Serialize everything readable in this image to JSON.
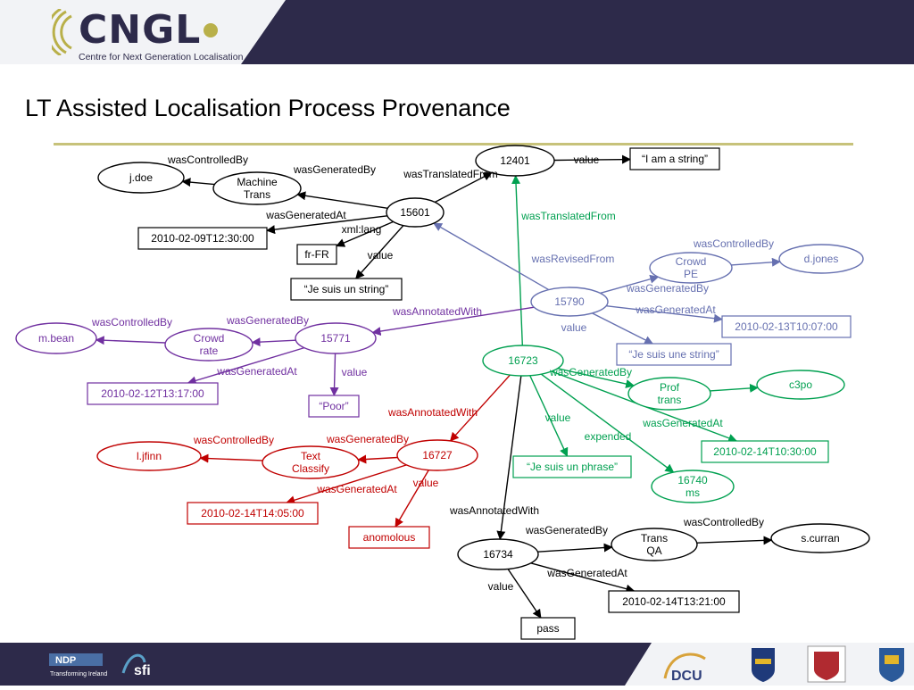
{
  "logo": {
    "wordmark": "CNGL",
    "subtitle": "Centre for Next Generation Localisation"
  },
  "title": "LT Assisted Localisation Process Provenance",
  "colors": {
    "header_dark": "#2d2a4a",
    "header_light": "#f2f3f6",
    "rule": "#c7c27a",
    "black": "#000000",
    "purple": "#7030a0",
    "red": "#c00000",
    "green": "#00a050",
    "blue_gray": "#6670b0"
  },
  "footer": {
    "logos": [
      "ndp-logo",
      "sfi-logo",
      "dcu-logo",
      "ucd-logo",
      "tcd-logo",
      "ul-logo"
    ],
    "ndp_text": "NDP",
    "ndp_tagline": "Transforming Ireland",
    "sfi_text": "sfi",
    "dcu_text": "DCU"
  },
  "diagram": {
    "nodes": [
      {
        "id": "n12401",
        "lines": [
          "12401"
        ],
        "shape": "ellipse",
        "color": "black"
      },
      {
        "id": "n15601",
        "lines": [
          "15601"
        ],
        "shape": "ellipse",
        "color": "black"
      },
      {
        "id": "njdoe",
        "lines": [
          "j.doe"
        ],
        "shape": "ellipse",
        "color": "black"
      },
      {
        "id": "nmt",
        "lines": [
          "Machine",
          "Trans"
        ],
        "shape": "ellipse",
        "color": "black"
      },
      {
        "id": "nstr1",
        "lines": [
          "“I am a string”"
        ],
        "shape": "box",
        "color": "black"
      },
      {
        "id": "ndate1",
        "lines": [
          "2010-02-09T12:30:00"
        ],
        "shape": "box",
        "color": "black"
      },
      {
        "id": "nfrfr",
        "lines": [
          "fr-FR"
        ],
        "shape": "box",
        "color": "black"
      },
      {
        "id": "nstr2",
        "lines": [
          "“Je suis un string”"
        ],
        "shape": "box",
        "color": "black"
      },
      {
        "id": "ncpe",
        "lines": [
          "Crowd",
          "PE"
        ],
        "shape": "ellipse",
        "color": "blue_gray"
      },
      {
        "id": "ndjones",
        "lines": [
          "d.jones"
        ],
        "shape": "ellipse",
        "color": "blue_gray"
      },
      {
        "id": "n15790",
        "lines": [
          "15790"
        ],
        "shape": "ellipse",
        "color": "blue_gray"
      },
      {
        "id": "ndate2",
        "lines": [
          "2010-02-13T10:07:00"
        ],
        "shape": "box",
        "color": "blue_gray"
      },
      {
        "id": "nstr3",
        "lines": [
          "“Je suis une string”"
        ],
        "shape": "box",
        "color": "blue_gray"
      },
      {
        "id": "nmbean",
        "lines": [
          "m.bean"
        ],
        "shape": "ellipse",
        "color": "purple"
      },
      {
        "id": "ncrate",
        "lines": [
          "Crowd",
          "rate"
        ],
        "shape": "ellipse",
        "color": "purple"
      },
      {
        "id": "n15771",
        "lines": [
          "15771"
        ],
        "shape": "ellipse",
        "color": "purple"
      },
      {
        "id": "ndate3",
        "lines": [
          "2010-02-12T13:17:00"
        ],
        "shape": "box",
        "color": "purple"
      },
      {
        "id": "npoor",
        "lines": [
          "“Poor”"
        ],
        "shape": "box",
        "color": "purple"
      },
      {
        "id": "n16723",
        "lines": [
          "16723"
        ],
        "shape": "ellipse",
        "color": "green"
      },
      {
        "id": "nproft",
        "lines": [
          "Prof",
          "trans"
        ],
        "shape": "ellipse",
        "color": "green"
      },
      {
        "id": "nc3po",
        "lines": [
          "c3po"
        ],
        "shape": "ellipse",
        "color": "green"
      },
      {
        "id": "ndate4",
        "lines": [
          "2010-02-14T10:30:00"
        ],
        "shape": "box",
        "color": "green"
      },
      {
        "id": "nstr4",
        "lines": [
          "“Je suis un phrase”"
        ],
        "shape": "box",
        "color": "green"
      },
      {
        "id": "n16740",
        "lines": [
          "16740",
          "ms"
        ],
        "shape": "ellipse",
        "color": "green"
      },
      {
        "id": "nljfinn",
        "lines": [
          "l.jfinn"
        ],
        "shape": "ellipse",
        "color": "red"
      },
      {
        "id": "ntc",
        "lines": [
          "Text",
          "Classify"
        ],
        "shape": "ellipse",
        "color": "red"
      },
      {
        "id": "n16727",
        "lines": [
          "16727"
        ],
        "shape": "ellipse",
        "color": "red"
      },
      {
        "id": "ndate5",
        "lines": [
          "2010-02-14T14:05:00"
        ],
        "shape": "box",
        "color": "red"
      },
      {
        "id": "nanom",
        "lines": [
          "anomolous"
        ],
        "shape": "box",
        "color": "red"
      },
      {
        "id": "n16734",
        "lines": [
          "16734"
        ],
        "shape": "ellipse",
        "color": "black"
      },
      {
        "id": "ntqa",
        "lines": [
          "Trans",
          "QA"
        ],
        "shape": "ellipse",
        "color": "black"
      },
      {
        "id": "nscurran",
        "lines": [
          "s.curran"
        ],
        "shape": "ellipse",
        "color": "black"
      },
      {
        "id": "ndate6",
        "lines": [
          "2010-02-14T13:21:00"
        ],
        "shape": "box",
        "color": "black"
      },
      {
        "id": "npass",
        "lines": [
          "pass"
        ],
        "shape": "box",
        "color": "black"
      }
    ],
    "edges": [
      {
        "from": "n12401",
        "to": "nstr1",
        "label": "value",
        "color": "black"
      },
      {
        "from": "n15601",
        "to": "n12401",
        "label": "wasTranslatedFrom",
        "color": "black"
      },
      {
        "from": "n15601",
        "to": "nmt",
        "label": "wasGeneratedBy",
        "color": "black"
      },
      {
        "from": "nmt",
        "to": "njdoe",
        "label": "wasControlledBy",
        "color": "black"
      },
      {
        "from": "n15601",
        "to": "ndate1",
        "label": "wasGeneratedAt",
        "color": "black"
      },
      {
        "from": "n15601",
        "to": "nfrfr",
        "label": "xml:lang",
        "color": "black"
      },
      {
        "from": "n15601",
        "to": "nstr2",
        "label": "value",
        "color": "black"
      },
      {
        "from": "n16723",
        "to": "n12401",
        "label": "wasTranslatedFrom",
        "color": "green"
      },
      {
        "from": "n15790",
        "to": "n15601",
        "label": "wasRevisedFrom",
        "color": "blue_gray"
      },
      {
        "from": "n15790",
        "to": "ncpe",
        "label": "wasGeneratedBy",
        "color": "blue_gray"
      },
      {
        "from": "ncpe",
        "to": "ndjones",
        "label": "wasControlledBy",
        "color": "blue_gray"
      },
      {
        "from": "n15790",
        "to": "ndate2",
        "label": "wasGeneratedAt",
        "color": "blue_gray"
      },
      {
        "from": "n15790",
        "to": "nstr3",
        "label": "value",
        "color": "blue_gray"
      },
      {
        "from": "n15790",
        "to": "n15771",
        "label": "wasAnnotatedWith",
        "color": "purple"
      },
      {
        "from": "n15771",
        "to": "ncrate",
        "label": "wasGeneratedBy",
        "color": "purple"
      },
      {
        "from": "ncrate",
        "to": "nmbean",
        "label": "wasControlledBy",
        "color": "purple"
      },
      {
        "from": "n15771",
        "to": "ndate3",
        "label": "wasGeneratedAt",
        "color": "purple"
      },
      {
        "from": "n15771",
        "to": "npoor",
        "label": "value",
        "color": "purple"
      },
      {
        "from": "n16723",
        "to": "nproft",
        "label": "wasGeneratedBy",
        "color": "green"
      },
      {
        "from": "nproft",
        "to": "nc3po",
        "label": "",
        "color": "green"
      },
      {
        "from": "n16723",
        "to": "ndate4",
        "label": "wasGeneratedAt",
        "color": "green"
      },
      {
        "from": "n16723",
        "to": "nstr4",
        "label": "value",
        "color": "green"
      },
      {
        "from": "n16723",
        "to": "n16740",
        "label": "expended",
        "color": "green"
      },
      {
        "from": "n16723",
        "to": "n16727",
        "label": "wasAnnotatedWith",
        "color": "red"
      },
      {
        "from": "n16727",
        "to": "ntc",
        "label": "wasGeneratedBy",
        "color": "red"
      },
      {
        "from": "ntc",
        "to": "nljfinn",
        "label": "wasControlledBy",
        "color": "red"
      },
      {
        "from": "n16727",
        "to": "ndate5",
        "label": "wasGeneratedAt",
        "color": "red"
      },
      {
        "from": "n16727",
        "to": "nanom",
        "label": "value",
        "color": "red"
      },
      {
        "from": "n16723",
        "to": "n16734",
        "label": "wasAnnotatedWith",
        "color": "black"
      },
      {
        "from": "n16734",
        "to": "ntqa",
        "label": "wasGeneratedBy",
        "color": "black"
      },
      {
        "from": "ntqa",
        "to": "nscurran",
        "label": "wasControlledBy",
        "color": "black"
      },
      {
        "from": "n16734",
        "to": "ndate6",
        "label": "wasGeneratedAt",
        "color": "black"
      },
      {
        "from": "n16734",
        "to": "npass",
        "label": "value",
        "color": "black"
      }
    ]
  }
}
